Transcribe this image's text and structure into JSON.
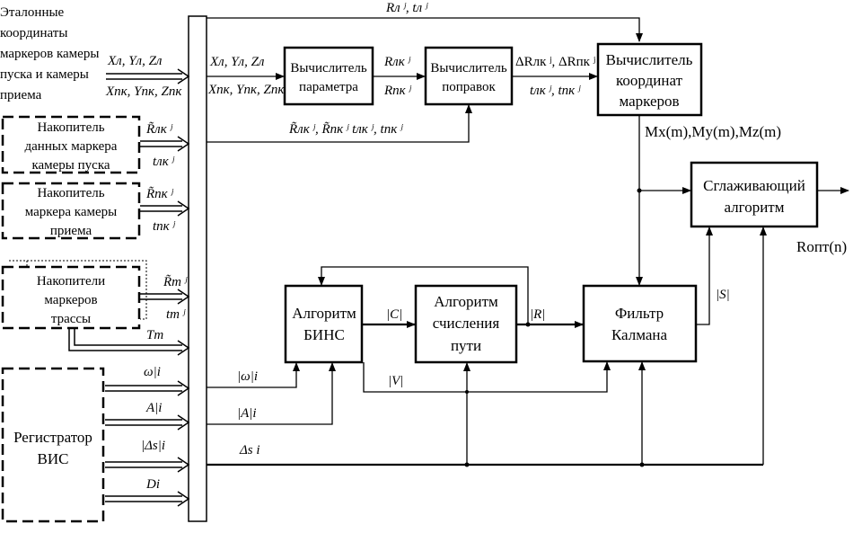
{
  "left_text": {
    "reference_lines": [
      "Эталонные",
      "координаты",
      "маркеров камеры",
      "пуска и камеры",
      "приема"
    ],
    "ref_top": "Xл, Yл, Zл",
    "ref_bottom": "Xпк, Yпк, Zпк"
  },
  "storages": {
    "launch": {
      "lines": [
        "Накопитель",
        "данных маркера",
        "камеры пуска"
      ],
      "top": "R̃лк ʲ",
      "bottom": "tлк ʲ"
    },
    "receive": {
      "lines": [
        "Накопитель",
        "маркера камеры",
        "приема"
      ],
      "top": "R̃пк ʲ",
      "bottom": "tпк ʲ"
    },
    "track": {
      "lines": [
        "Накопители",
        "маркеров",
        "трассы"
      ],
      "top": "R̃m ʲ",
      "bottom": "tm ʲ",
      "extra": "Tm"
    }
  },
  "registrator": {
    "lines": [
      "Регистратор",
      "ВИС"
    ],
    "outputs": [
      "ω|i",
      "A|i",
      "|Δs|i",
      "Di"
    ]
  },
  "top_bus_label": "Rл ʲ, tл ʲ",
  "blocks": {
    "param": {
      "lines": [
        "Вычислитель",
        "параметра"
      ],
      "in_top": "Xл, Yл, Zл",
      "in_bottom": "Xпк, Yпк, Zпк"
    },
    "corrections": {
      "lines": [
        "Вычислитель",
        "поправок"
      ],
      "in_top": "Rлк ʲ",
      "in_bottom": "Rпк ʲ",
      "in_lower": "R̃лк ʲ, R̃пк ʲ    tлк ʲ, tпк ʲ"
    },
    "coords": {
      "lines": [
        "Вычислитель",
        "координат",
        "маркеров"
      ],
      "in_top": "ΔRлк ʲ, ΔRпк ʲ",
      "in_bottom": "tлк ʲ, tпк ʲ",
      "out": "Mx(m),My(m),Mz(m)"
    },
    "smoothing": {
      "lines": [
        "Сглаживающий",
        "алгоритм"
      ],
      "out": "Rопт(n)"
    },
    "bins": {
      "lines": [
        "Алгоритм",
        "БИНС"
      ]
    },
    "path": {
      "lines": [
        "Алгоритм",
        "счисления",
        "пути"
      ]
    },
    "kalman": {
      "lines": [
        "Фильтр",
        "Калмана"
      ]
    }
  },
  "signals": {
    "c": "|C|",
    "r": "|R|",
    "v": "|V|",
    "s": "|S|",
    "omega": "|ω|i",
    "a": "|A|i",
    "ds": "Δs i"
  }
}
